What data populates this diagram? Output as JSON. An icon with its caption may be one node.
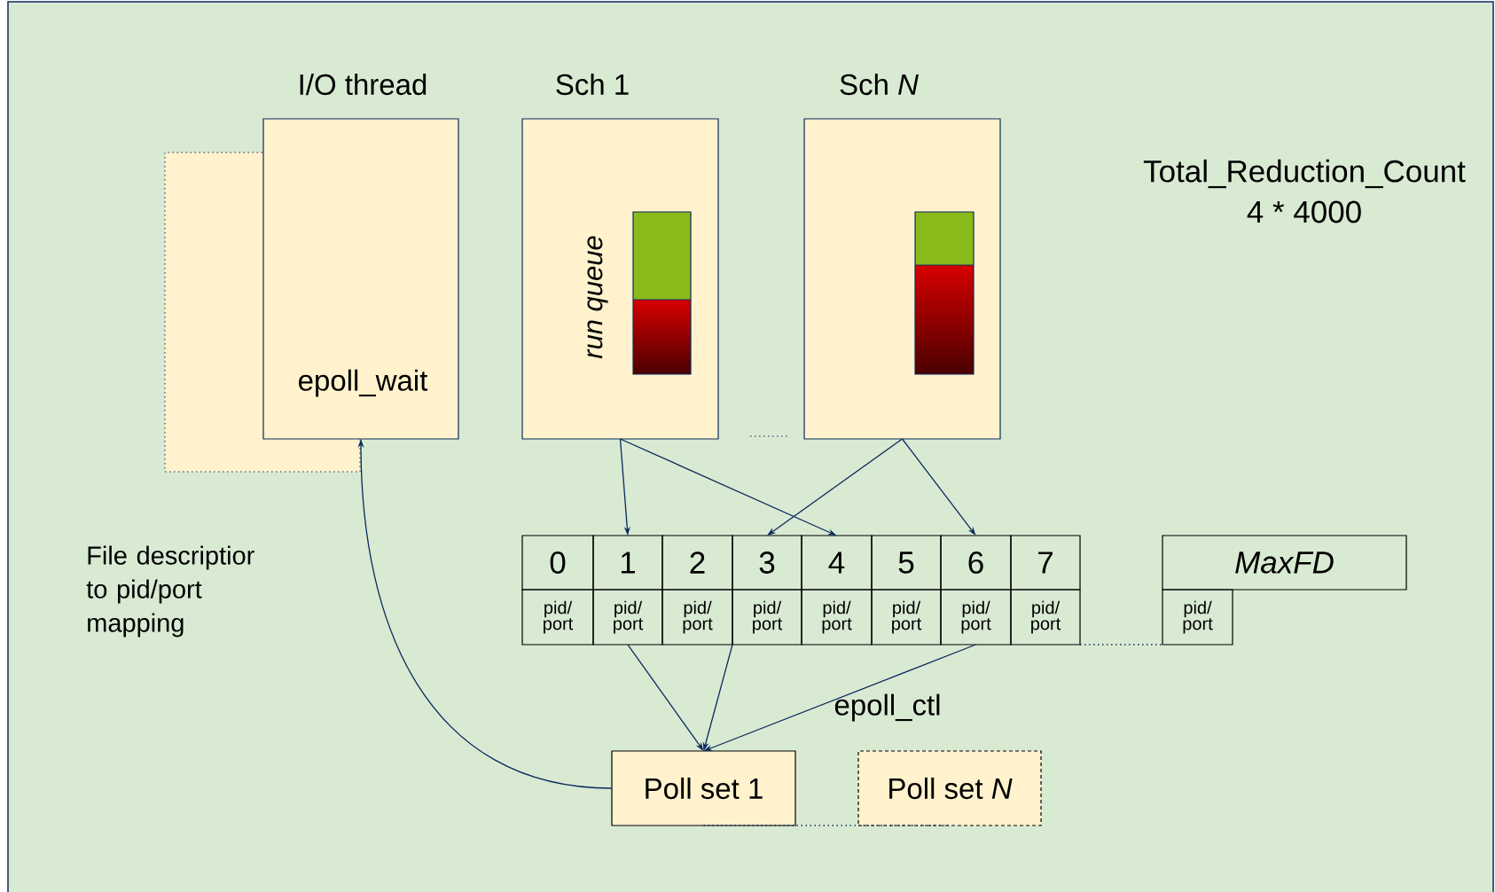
{
  "diagram": {
    "nodes": [
      {
        "text": [
          "I/O thread",
          "epoll_wait"
        ]
      },
      {
        "text": [],
        "shape": "box"
      },
      {
        "text": [
          "Sch 1",
          "run queue"
        ]
      },
      {
        "text": [
          "Sch *N*"
        ]
      },
      {
        "text": [
          "0"
        ]
      },
      {
        "text": [
          "1"
        ]
      },
      {
        "text": [
          "2"
        ]
      },
      {
        "text": [
          "3"
        ]
      },
      {
        "text": [
          "4"
        ]
      },
      {
        "text": [
          "5"
        ]
      },
      {
        "text": [
          "6"
        ]
      },
      {
        "text": [
          "7"
        ]
      },
      {
        "text": [
          "MaxFD"
        ]
      },
      {
        "text": [
          "pid/ port"
        ]
      },
      {
        "text": [
          "pid/ port"
        ]
      },
      {
        "text": [
          "pid/ port"
        ]
      },
      {
        "text": [
          "pid/ port"
        ]
      },
      {
        "text": [
          "pid/ port"
        ]
      },
      {
        "text": [
          "pid/ port"
        ]
      },
      {
        "text": [
          "pid/ port"
        ]
      },
      {
        "text": [
          "pid/ port"
        ]
      },
      {
        "text": [
          "pid/ port"
        ]
      },
      {
        "text": [
          "Poll set 1"
        ]
      },
      {
        "text": [
          "Poll set *N*"
        ]
      }
    ],
    "edges": [
      {
        "from": 2,
        "to": 5,
        "arrow": "to"
      },
      {
        "from": 2,
        "to": 8,
        "arrow": "to"
      },
      {
        "from": 3,
        "to": 7,
        "arrow": "to"
      },
      {
        "from": 3,
        "to": 10,
        "arrow": "to"
      },
      {
        "from": 14,
        "to": 22,
        "arrow": "to"
      },
      {
        "from": 16,
        "to": 22,
        "arrow": "to"
      },
      {
        "from": 19,
        "to": 22,
        "arrow": "to"
      },
      {
        "from": 22,
        "to": 0,
        "arrow": "to"
      },
      {
        "from": 20,
        "to": 21,
        "arrow": "none",
        "style": "dashed"
      },
      {
        "from": 22,
        "to": 23,
        "arrow": "none",
        "style": "dashed"
      }
    ],
    "labels": [
      "Total_Reduction_Count",
      "4 * 4000",
      "File descriptior to pid/port mapping",
      "epoll_ctl"
    ]
  }
}
